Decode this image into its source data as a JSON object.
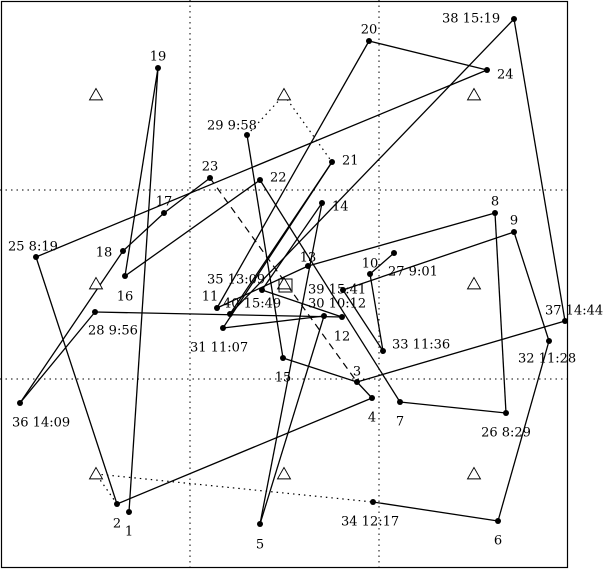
{
  "diagram": {
    "nodes": [
      {
        "id": "1",
        "label": "1"
      },
      {
        "id": "2",
        "label": "2"
      },
      {
        "id": "3",
        "label": "3"
      },
      {
        "id": "4",
        "label": "4"
      },
      {
        "id": "5",
        "label": "5"
      },
      {
        "id": "6",
        "label": "6"
      },
      {
        "id": "7",
        "label": "7"
      },
      {
        "id": "8",
        "label": "8"
      },
      {
        "id": "9",
        "label": "9"
      },
      {
        "id": "10",
        "label": "10"
      },
      {
        "id": "11",
        "label": "11"
      },
      {
        "id": "12",
        "label": "12"
      },
      {
        "id": "13",
        "label": "13"
      },
      {
        "id": "14",
        "label": "14"
      },
      {
        "id": "15",
        "label": "15"
      },
      {
        "id": "16",
        "label": "16"
      },
      {
        "id": "17",
        "label": "17"
      },
      {
        "id": "18",
        "label": "18"
      },
      {
        "id": "19",
        "label": "19"
      },
      {
        "id": "20",
        "label": "20"
      },
      {
        "id": "21",
        "label": "21"
      },
      {
        "id": "22",
        "label": "22"
      },
      {
        "id": "23",
        "label": "23"
      },
      {
        "id": "24",
        "label": "24"
      },
      {
        "id": "25",
        "label": "25 8:19"
      },
      {
        "id": "26",
        "label": "26 8:29"
      },
      {
        "id": "27",
        "label": "27 9:01"
      },
      {
        "id": "28",
        "label": "28 9:56"
      },
      {
        "id": "29",
        "label": "29 9:58"
      },
      {
        "id": "30",
        "label": "30 10:12"
      },
      {
        "id": "31",
        "label": "31 11:07"
      },
      {
        "id": "32",
        "label": "32 11:28"
      },
      {
        "id": "33",
        "label": "33 11:36"
      },
      {
        "id": "34",
        "label": "34 12:17"
      },
      {
        "id": "35",
        "label": "35 13:09"
      },
      {
        "id": "36",
        "label": "36 14:09"
      },
      {
        "id": "37",
        "label": "37 14:44"
      },
      {
        "id": "38",
        "label": "38 15:19"
      },
      {
        "id": "39",
        "label": "39 15:41"
      },
      {
        "id": "40",
        "label": "40 15:49"
      }
    ],
    "solid_edges": [
      [
        "1",
        "19"
      ],
      [
        "19",
        "16"
      ],
      [
        "16",
        "22"
      ],
      [
        "22",
        "7"
      ],
      [
        "7",
        "26"
      ],
      [
        "26",
        "8"
      ],
      [
        "8",
        "13"
      ],
      [
        "13",
        "11"
      ],
      [
        "11",
        "20"
      ],
      [
        "20",
        "24"
      ],
      [
        "24",
        "25"
      ],
      [
        "25",
        "2"
      ],
      [
        "2",
        "4"
      ],
      [
        "4",
        "3"
      ],
      [
        "3",
        "37"
      ],
      [
        "37",
        "38"
      ],
      [
        "38",
        "40"
      ],
      [
        "40",
        "21"
      ],
      [
        "21",
        "31"
      ],
      [
        "31",
        "30"
      ],
      [
        "30",
        "5"
      ],
      [
        "5",
        "14"
      ],
      [
        "14",
        "35"
      ],
      [
        "35",
        "12"
      ],
      [
        "12",
        "28"
      ],
      [
        "28",
        "36"
      ],
      [
        "36",
        "18"
      ],
      [
        "18",
        "17"
      ],
      [
        "17",
        "23"
      ],
      [
        "6",
        "34"
      ],
      [
        "6",
        "32"
      ],
      [
        "32",
        "9"
      ],
      [
        "9",
        "39"
      ],
      [
        "39",
        "33"
      ],
      [
        "33",
        "10"
      ],
      [
        "10",
        "27"
      ],
      [
        "29",
        "15"
      ],
      [
        "15",
        "3"
      ]
    ],
    "dashed_edges": [
      [
        "23",
        "3"
      ]
    ],
    "dotted_edges": [
      [
        "29",
        "D1"
      ],
      [
        "D1",
        "21"
      ],
      [
        "2",
        "D2"
      ],
      [
        "D2",
        "34"
      ]
    ],
    "depots": [
      "D1",
      "D2",
      "D3",
      "D4",
      "D5",
      "D6",
      "D7",
      "D8",
      "D9"
    ]
  }
}
